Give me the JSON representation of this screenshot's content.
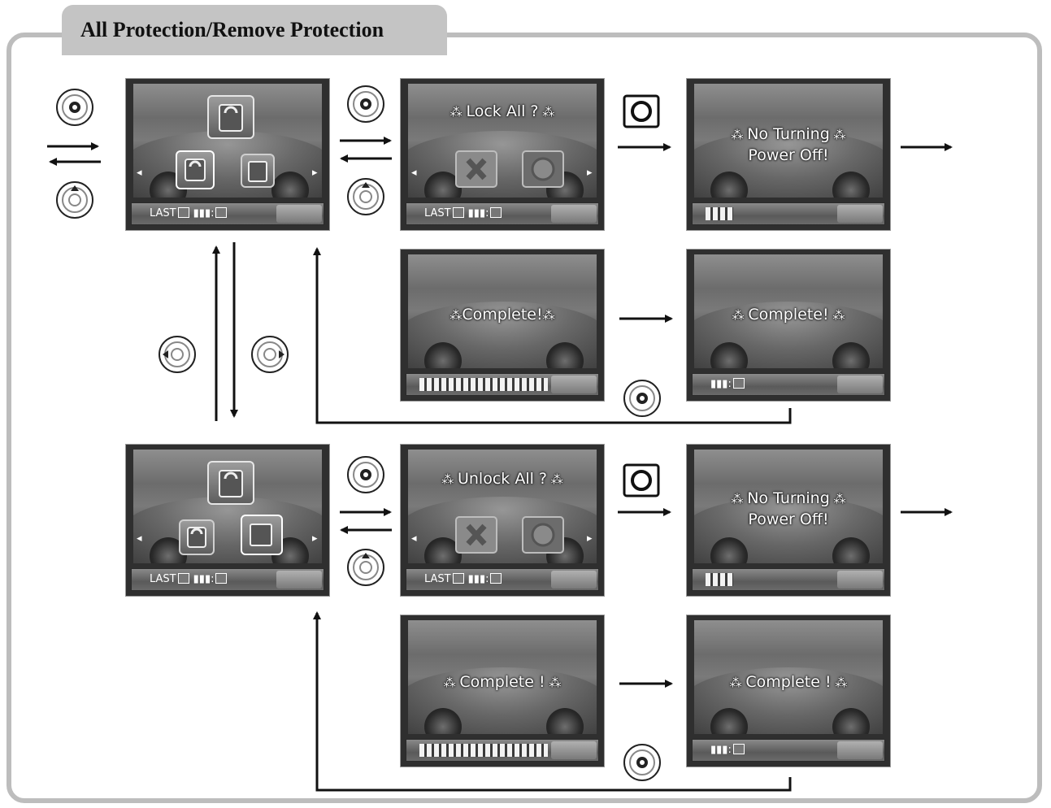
{
  "title": "All Protection/Remove Protection",
  "messages": {
    "lock_all": "Lock All ?",
    "unlock_all": "Unlock All ?",
    "no_turning_line1": "No Turning",
    "no_turning_line2": "Power Off!",
    "complete": "Complete!",
    "complete_spaced": "Complete !"
  },
  "bar_labels": {
    "cancel": "LAST",
    "enter": "▮▮▮:"
  },
  "icons": {
    "pad_center": "dpad-center-press-icon",
    "pad_up": "dpad-up-press-icon",
    "pad_left": "dpad-left-press-icon",
    "pad_right": "dpad-right-press-icon",
    "ok_button": "ok-button-icon",
    "protect_tile": "protect-lock-icon"
  },
  "colors": {
    "frame": "#bdbdbd",
    "title_tab": "#c4c4c4",
    "screen_bg": "#2f2f2f"
  }
}
